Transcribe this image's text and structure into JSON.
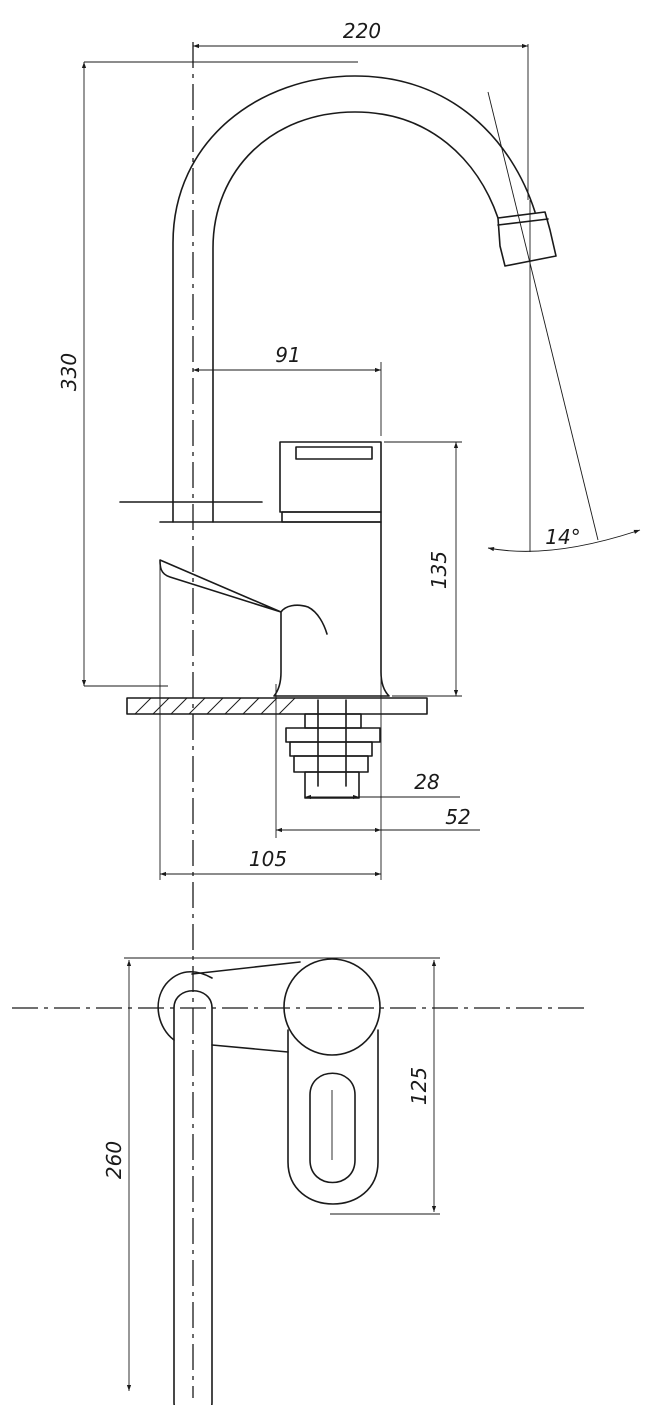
{
  "drawing": {
    "dimensions": {
      "spout_reach": "220",
      "total_height": "330",
      "handle_offset": "91",
      "body_height": "135",
      "spout_angle": "14°",
      "thread_diameter": "28",
      "shank_width": "52",
      "base_depth": "105",
      "plan_width": "125",
      "plan_length": "260"
    }
  }
}
